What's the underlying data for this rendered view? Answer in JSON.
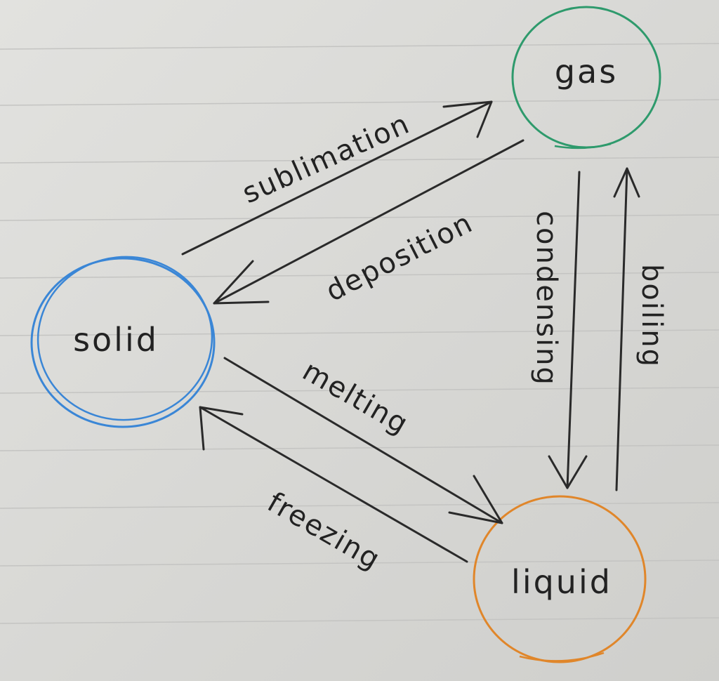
{
  "nodes": {
    "gas": {
      "label": "gas",
      "color": "#2e9a6c"
    },
    "solid": {
      "label": "solid",
      "color": "#3a86d6"
    },
    "liquid": {
      "label": "liquid",
      "color": "#e0862a"
    }
  },
  "transitions": {
    "sublimation": "sublimation",
    "deposition": "deposition",
    "condensing": "condensing",
    "boiling": "boiling",
    "melting": "melting",
    "freezing": "freezing"
  },
  "ink_color": "#2a2a2a",
  "paper_color": "#dcdcd9"
}
